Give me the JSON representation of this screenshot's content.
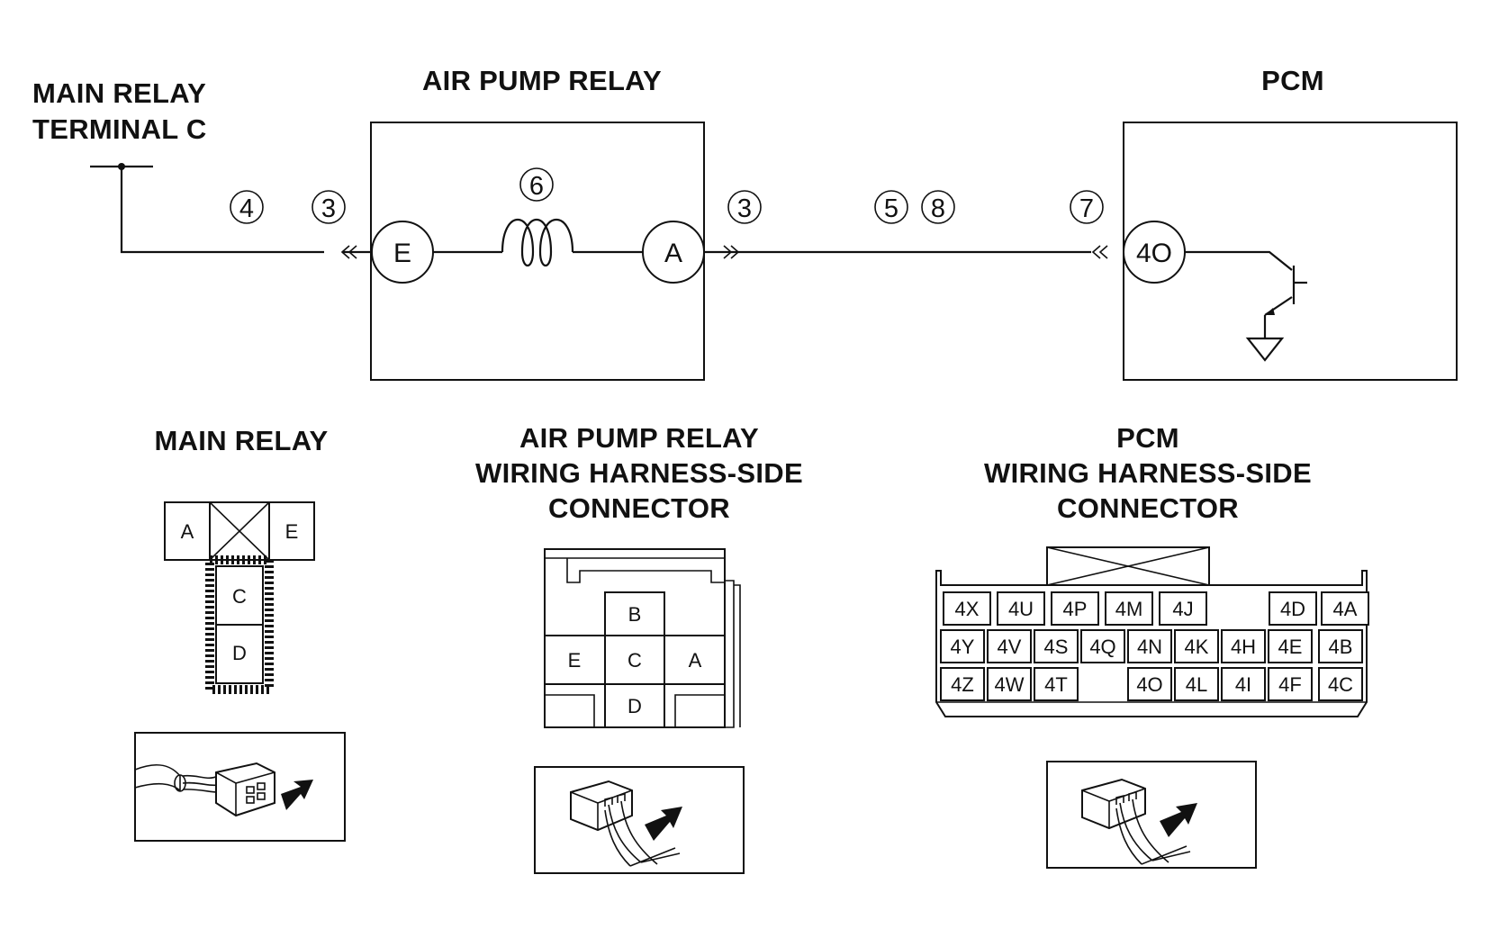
{
  "schematic": {
    "main_relay_label": [
      "MAIN RELAY",
      "TERMINAL C"
    ],
    "air_pump_relay_title": "AIR PUMP RELAY",
    "pcm_title": "PCM",
    "terminal_e": "E",
    "terminal_a": "A",
    "terminal_40": "4O",
    "steps": {
      "main_relay_wire": "4",
      "relay_input": "3",
      "relay_coil": "6",
      "relay_output": "3",
      "harness_a": "5",
      "harness_b": "8",
      "pcm_input": "7"
    }
  },
  "connectors": {
    "main_relay": {
      "title": "MAIN RELAY",
      "cells": [
        "A",
        "E",
        "C",
        "D"
      ]
    },
    "air_pump_relay": {
      "title": [
        "AIR PUMP RELAY",
        "WIRING HARNESS-SIDE",
        "CONNECTOR"
      ],
      "cells": [
        "B",
        "E",
        "C",
        "A",
        "D"
      ]
    },
    "pcm": {
      "title": [
        "PCM",
        "WIRING HARNESS-SIDE",
        "CONNECTOR"
      ],
      "rows": [
        [
          "4X",
          "4U",
          "4P",
          "4M",
          "4J",
          "",
          "4D",
          "4A"
        ],
        [
          "4Y",
          "4V",
          "4S",
          "4Q",
          "4N",
          "4K",
          "4H",
          "4E",
          "4B"
        ],
        [
          "4Z",
          "4W",
          "4T",
          "",
          "4O",
          "4L",
          "4I",
          "4F",
          "4C"
        ]
      ]
    }
  }
}
